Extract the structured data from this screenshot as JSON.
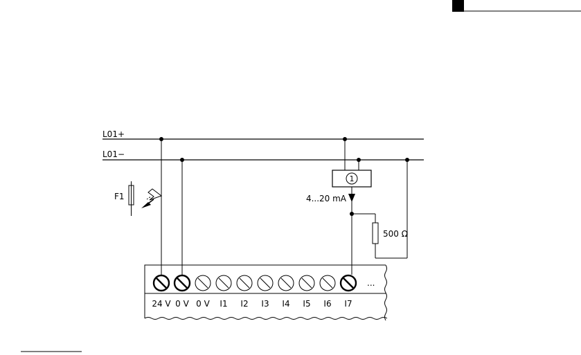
{
  "rails": {
    "positive_label": "L01+",
    "negative_label": "L01−"
  },
  "fuse": {
    "label": "F1"
  },
  "sensor": {
    "symbol_label": "1",
    "current_label": "4...20 mA"
  },
  "resistor": {
    "label": "500 Ω"
  },
  "terminals": [
    {
      "label": "24 V",
      "wired": true
    },
    {
      "label": "0 V",
      "wired": true
    },
    {
      "label": "0 V",
      "wired": false
    },
    {
      "label": "I1",
      "wired": false
    },
    {
      "label": "I2",
      "wired": false
    },
    {
      "label": "I3",
      "wired": false
    },
    {
      "label": "I4",
      "wired": false
    },
    {
      "label": "I5",
      "wired": false
    },
    {
      "label": "I6",
      "wired": false
    },
    {
      "label": "I7",
      "wired": true
    }
  ],
  "more_indicator": "..."
}
